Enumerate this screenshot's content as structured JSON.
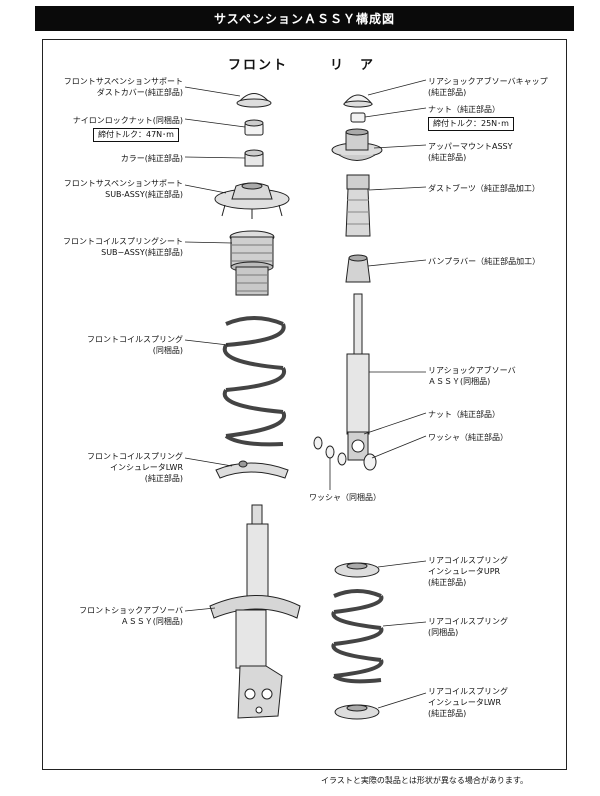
{
  "title": "サスペンションＡＳＳＹ構成図",
  "headers": {
    "front": "フロント",
    "rear": "リ　ア"
  },
  "front_labels": [
    {
      "l1": "フロントサスペンションサポート",
      "l2": "ダストカバー(純正部品)"
    },
    {
      "l1": "ナイロンロックナット(同梱品)",
      "l2": ""
    },
    {
      "l1": "カラー(純正部品)",
      "l2": ""
    },
    {
      "l1": "フロントサスペンションサポート",
      "l2": "SUB-ASSY(純正部品)"
    },
    {
      "l1": "フロントコイルスプリングシート",
      "l2": "SUB−ASSY(純正部品)"
    },
    {
      "l1": "フロントコイルスプリング",
      "l2": "(同梱品)"
    },
    {
      "l1": "フロントコイルスプリング",
      "l2": "インシュレータLWR",
      "l3": "(純正部品)"
    },
    {
      "l1": "フロントショックアブソーバ",
      "l2": "ＡＳＳＹ(同梱品)"
    }
  ],
  "front_torque": "締付トルク：47N･m",
  "rear_labels": [
    {
      "l1": "リアショックアブソーバキャップ",
      "l2": "(純正部品)"
    },
    {
      "l1": "ナット（純正部品）",
      "l2": ""
    },
    {
      "l1": "アッパーマウントASSY",
      "l2": "(純正部品)"
    },
    {
      "l1": "ダストブーツ（純正部品加工）",
      "l2": ""
    },
    {
      "l1": "バンプラバー（純正部品加工）",
      "l2": ""
    },
    {
      "l1": "リアショックアブソーバ",
      "l2": "ＡＳＳＹ(同梱品)"
    },
    {
      "l1": "ナット（純正部品）",
      "l2": ""
    },
    {
      "l1": "ワッシャ（純正部品）",
      "l2": ""
    },
    {
      "l1": "ワッシャ（同梱品）",
      "l2": ""
    },
    {
      "l1": "リアコイルスプリング",
      "l2": "インシュレータUPR",
      "l3": "(純正部品)"
    },
    {
      "l1": "リアコイルスプリング",
      "l2": "(同梱品)"
    },
    {
      "l1": "リアコイルスプリング",
      "l2": "インシュレータLWR",
      "l3": "(純正部品)"
    }
  ],
  "rear_torque": "締付トルク：25N･m",
  "footnote": "イラストと実際の製品とは形状が異なる場合があります。"
}
